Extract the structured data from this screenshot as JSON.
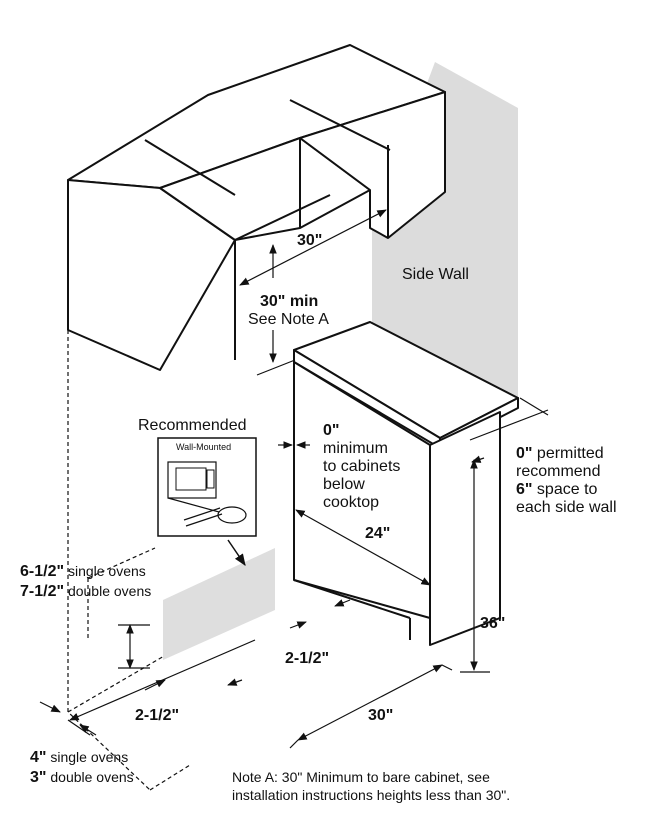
{
  "labels": {
    "side_wall": "Side Wall",
    "upper_width": "30\"",
    "min_height": "30\" min",
    "see_note": "See Note A",
    "recommended": "Recommended",
    "wall_mounted": "Wall-Mounted",
    "zero_val": "0\"",
    "zero_min_1": "minimum",
    "zero_min_2": "to cabinets",
    "zero_min_3": "below",
    "zero_min_4": "cooktop",
    "permitted_val": "0\"",
    "permitted_1": " permitted",
    "permitted_2": "recommend",
    "six_val": "6\"",
    "permitted_3": " space to",
    "permitted_4": "each side wall",
    "depth": "24\"",
    "single_val": "6-1/2\"",
    "single_txt": " single ovens",
    "double_val": "7-1/2\"",
    "double_txt": " double ovens",
    "side_gap": "2-1/2\"",
    "counter_height": "36\"",
    "front_gap": "2-1/2\"",
    "cutout_width": "30\"",
    "bottom_single_val": "4\"",
    "bottom_single_txt": " single ovens",
    "bottom_double_val": "3\"",
    "bottom_double_txt": " double ovens",
    "note_1": "Note A: 30\" Minimum to bare cabinet, see",
    "note_2": "installation instructions heights less than 30\"."
  },
  "colors": {
    "line": "#111111",
    "wall_shade": "#dcdcdc",
    "cutout_shade": "#dedede",
    "background": "#ffffff"
  }
}
